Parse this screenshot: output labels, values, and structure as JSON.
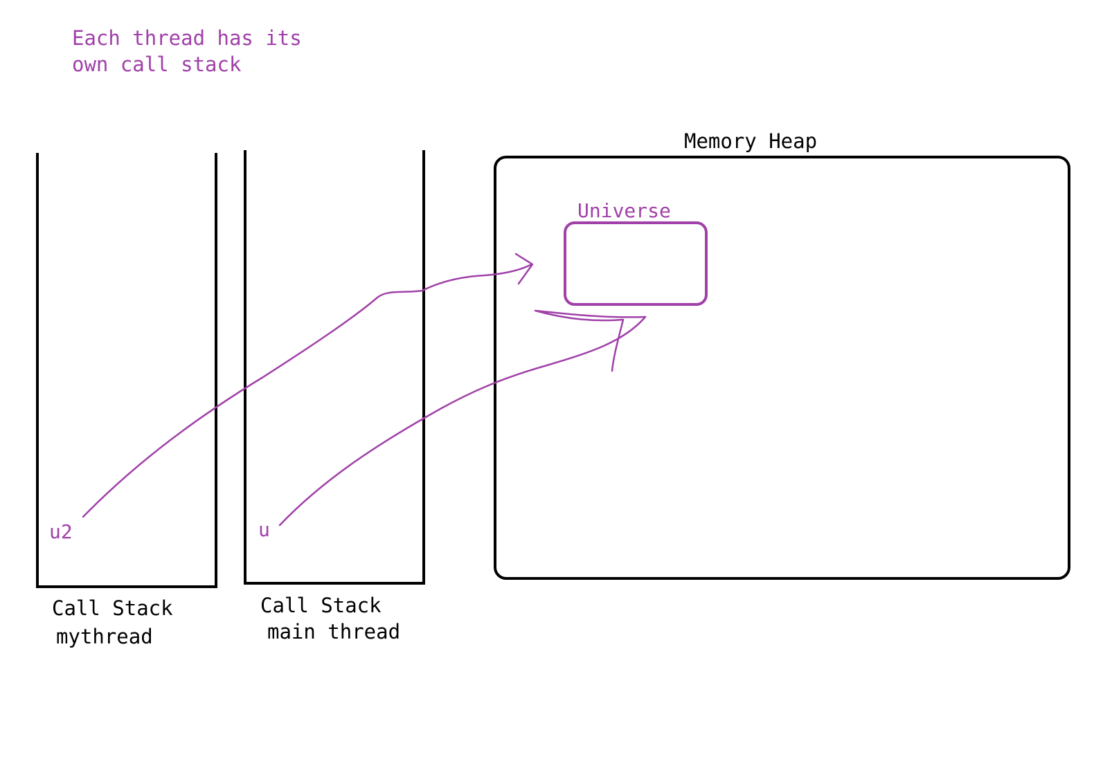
{
  "colors": {
    "ink": "#000000",
    "accent": "#a040a8",
    "background": "#ffffff"
  },
  "note": {
    "line1": "Each thread has its",
    "line2": "own call stack"
  },
  "stacks": [
    {
      "title": "Call Stack",
      "subtitle": "mythread",
      "variable": "u2"
    },
    {
      "title": "Call Stack",
      "subtitle": "main thread",
      "variable": "u"
    }
  ],
  "heap": {
    "title": "Memory Heap",
    "object": {
      "label": "Universe"
    }
  }
}
